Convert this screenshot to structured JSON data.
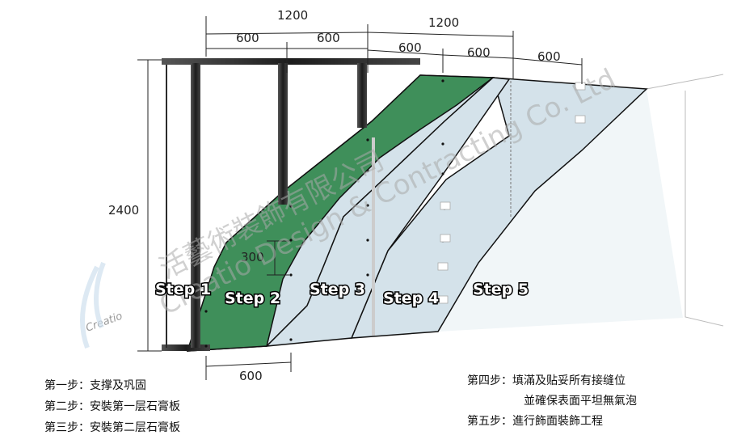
{
  "dimensions": {
    "top_left_span": "1200",
    "top_right_span": "1200",
    "top_segments": [
      "600",
      "600",
      "600",
      "600",
      "600"
    ],
    "height": "2400",
    "stud_spacing": "300",
    "bottom_span": "600"
  },
  "steps": [
    "Step 1",
    "Step 2",
    "Step 3",
    "Step 4",
    "Step 5"
  ],
  "watermark": {
    "chinese": "活藝術裝飾有限公司",
    "english": "Creatio Design & Contracting Co. Ltd",
    "logo_text": "Creatio"
  },
  "captions_left": [
    "第一步：支撑及巩固",
    "第二步：安裝第一层石膏板",
    "第三步：安裝第二层石膏板"
  ],
  "captions_right": [
    "第四步：填滿及贴妥所有接缝位",
    "並確保表面平坦無氣泡",
    "第五步：進行飾面裝飾工程"
  ],
  "colors": {
    "frame": "#2b2b2b",
    "green_board": "#3f8f5a",
    "blue_board": "#d4e2ea",
    "outline": "#111111"
  }
}
